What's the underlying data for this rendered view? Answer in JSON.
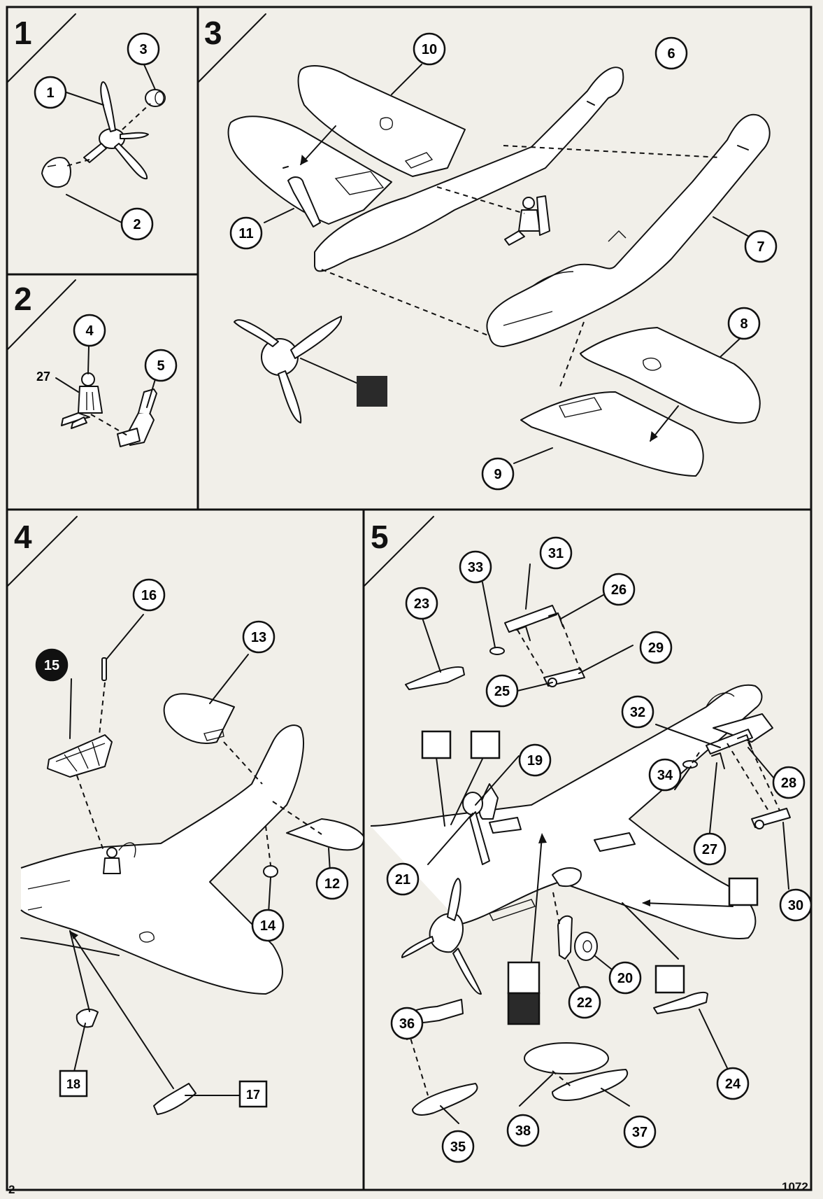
{
  "page": {
    "page_number": "2",
    "kit_number": "1072"
  },
  "steps": [
    {
      "number": "1",
      "parts": [
        "1",
        "2",
        "3"
      ]
    },
    {
      "number": "2",
      "parts": [
        "4",
        "5",
        "27"
      ]
    },
    {
      "number": "3",
      "parts": [
        "6",
        "7",
        "8",
        "9",
        "10",
        "11"
      ],
      "paint_swatches": [
        "#2a2a2a"
      ]
    },
    {
      "number": "4",
      "parts": [
        "12",
        "13",
        "14",
        "15",
        "16",
        "17",
        "18"
      ],
      "highlighted_part": "15",
      "boxed_parts": [
        "17",
        "18"
      ]
    },
    {
      "number": "5",
      "parts": [
        "19",
        "20",
        "21",
        "22",
        "23",
        "24",
        "25",
        "26",
        "27",
        "28",
        "29",
        "30",
        "31",
        "32",
        "33",
        "34",
        "35",
        "36",
        "37",
        "38"
      ]
    }
  ],
  "colors": {
    "ink": "#111111",
    "paper": "#f1efe9",
    "black_paint": "#2a2a2a",
    "white_paint": "#ffffff"
  }
}
